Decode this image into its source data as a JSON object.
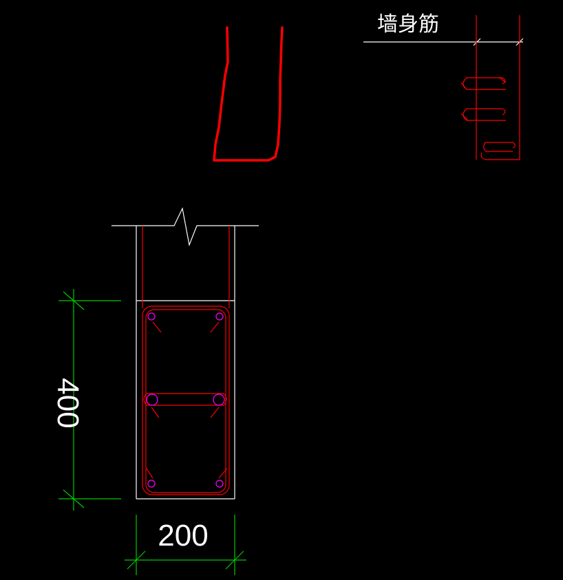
{
  "drawing": {
    "label_wall_rebar": "墙身筋",
    "dim_height": "400",
    "dim_width": "200"
  },
  "colors": {
    "background": "#000000",
    "outline": "#ffffff",
    "rebar": "#ff0000",
    "dimension": "#00cc00",
    "bar_section": "#ff00ff"
  }
}
